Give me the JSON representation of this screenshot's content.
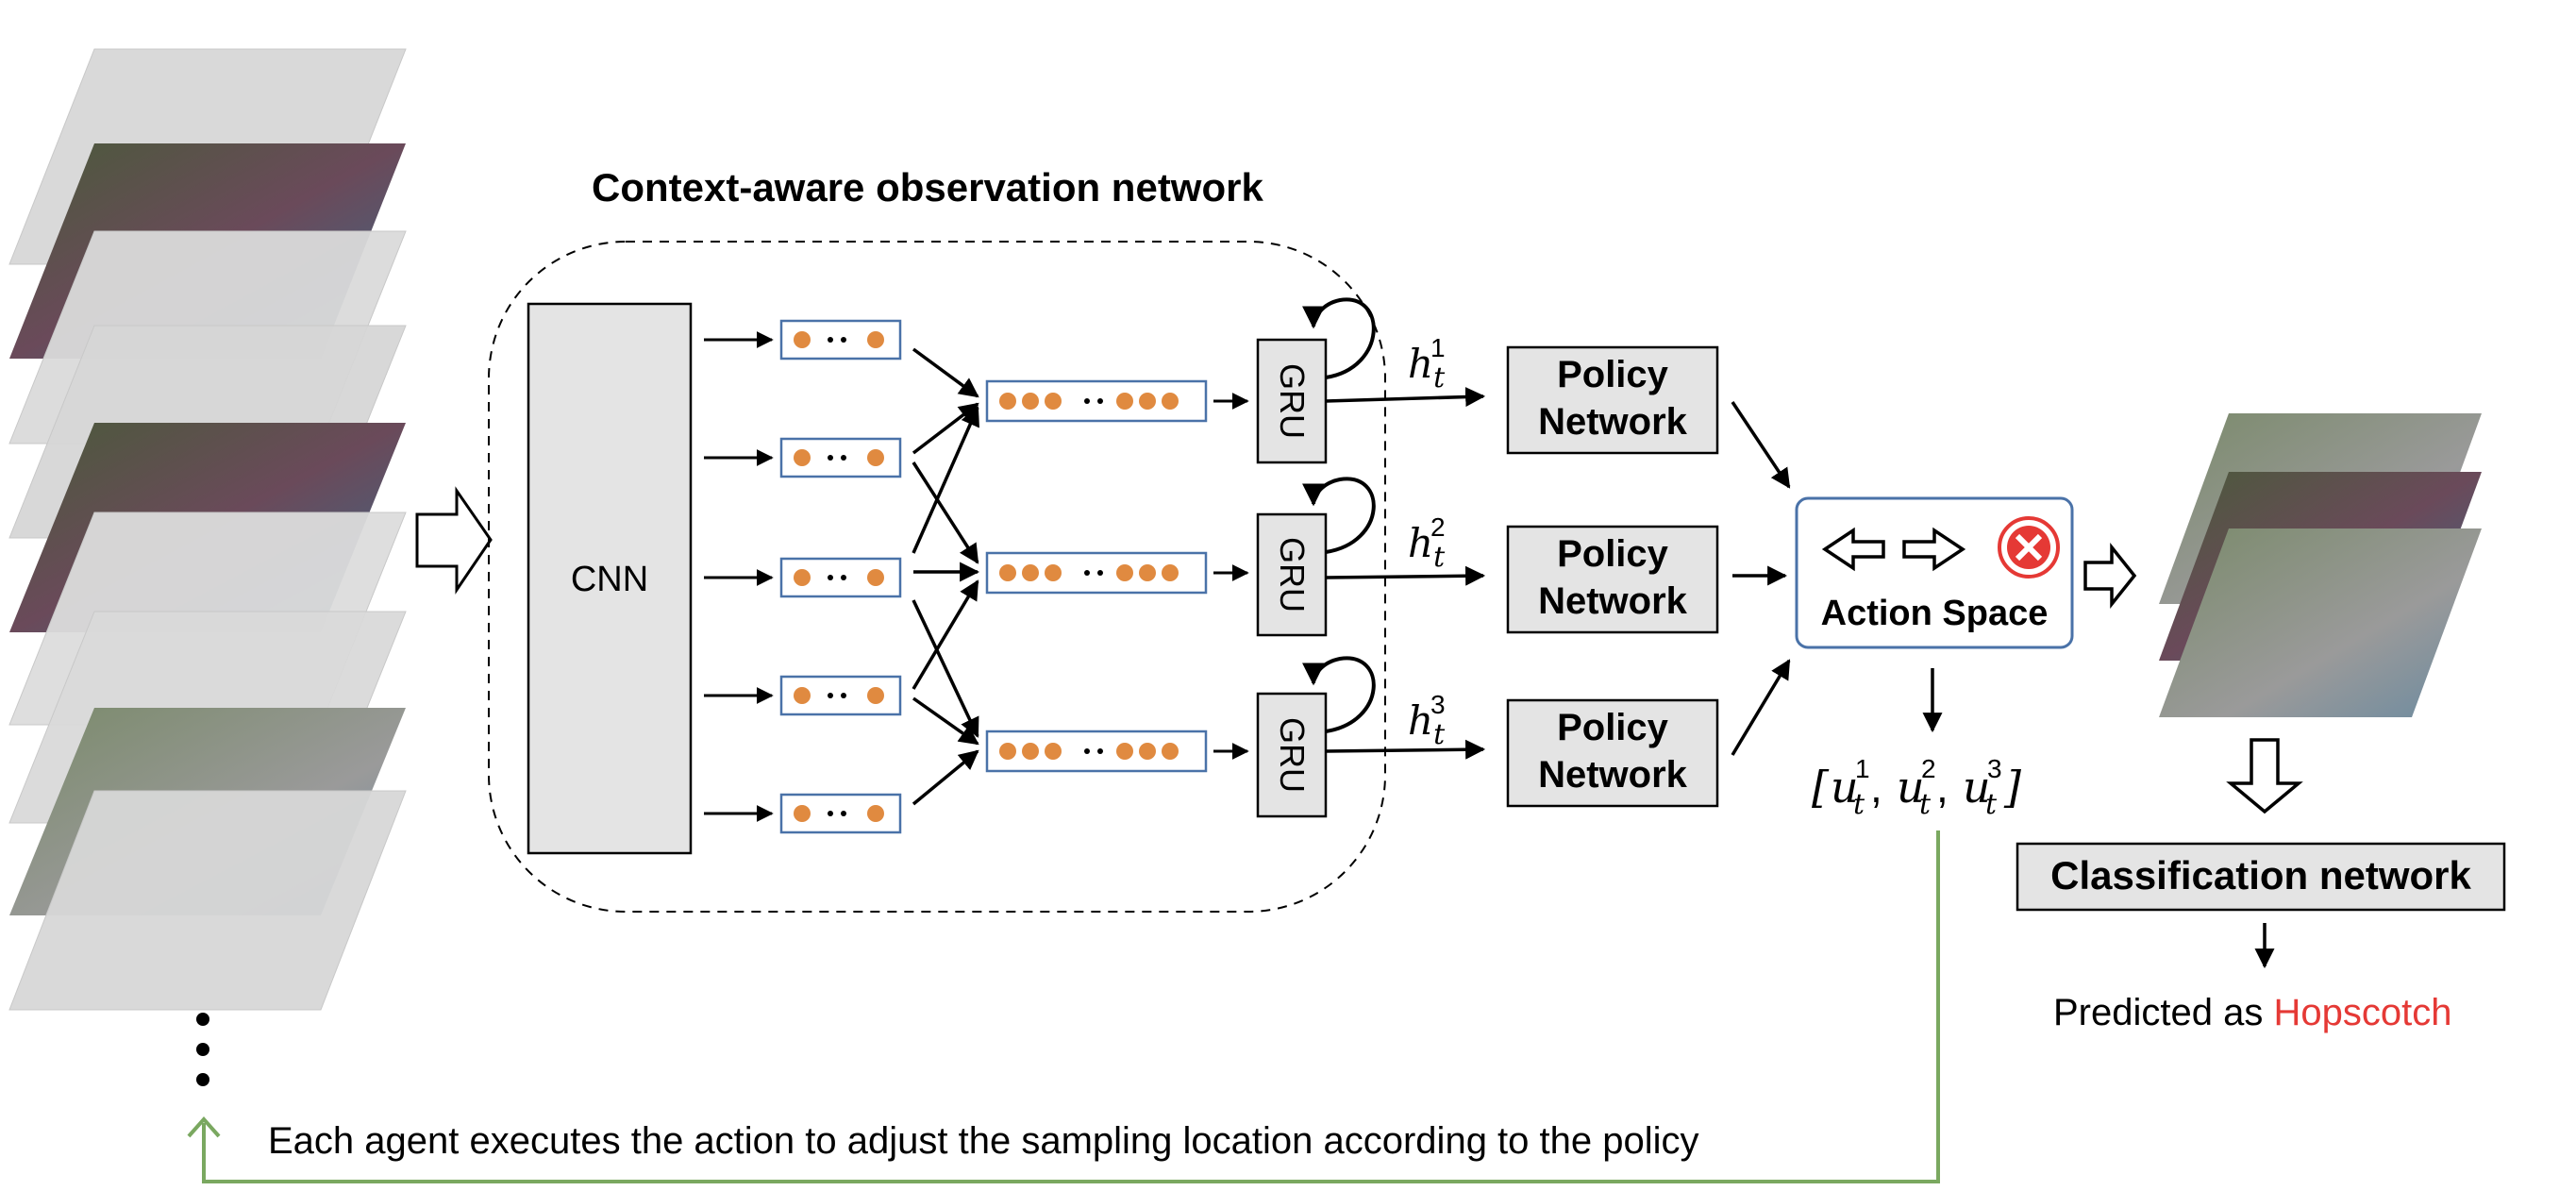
{
  "title": "Context-aware observation network",
  "cnn_label": "CNN",
  "gru_label": "GRU",
  "hidden_states": [
    {
      "base": "h",
      "sub": "t",
      "sup": "1"
    },
    {
      "base": "h",
      "sub": "t",
      "sup": "2"
    },
    {
      "base": "h",
      "sub": "t",
      "sup": "3"
    }
  ],
  "policy_line1": "Policy",
  "policy_line2": "Network",
  "action_space_label": "Action Space",
  "actions_vector": {
    "open": "[",
    "close": "]",
    "sep": ", ",
    "base": "u",
    "sub": "t",
    "sups": [
      "1",
      "2",
      "3"
    ]
  },
  "classification_label": "Classification network",
  "prediction": {
    "prefix": "Predicted as ",
    "label": "Hopscotch"
  },
  "feedback_caption": "Each agent executes the action to adjust the sampling location according to the policy",
  "colors": {
    "dot": "#e08a40",
    "box_border": "#4a72a8",
    "feedback": "#7aa860",
    "stop": "#e53935",
    "prediction": "#e53935",
    "frame": "#d8d8d8"
  },
  "icons": [
    "left-arrow-icon",
    "right-arrow-icon",
    "stop-icon",
    "recurrent-loop-icon"
  ]
}
